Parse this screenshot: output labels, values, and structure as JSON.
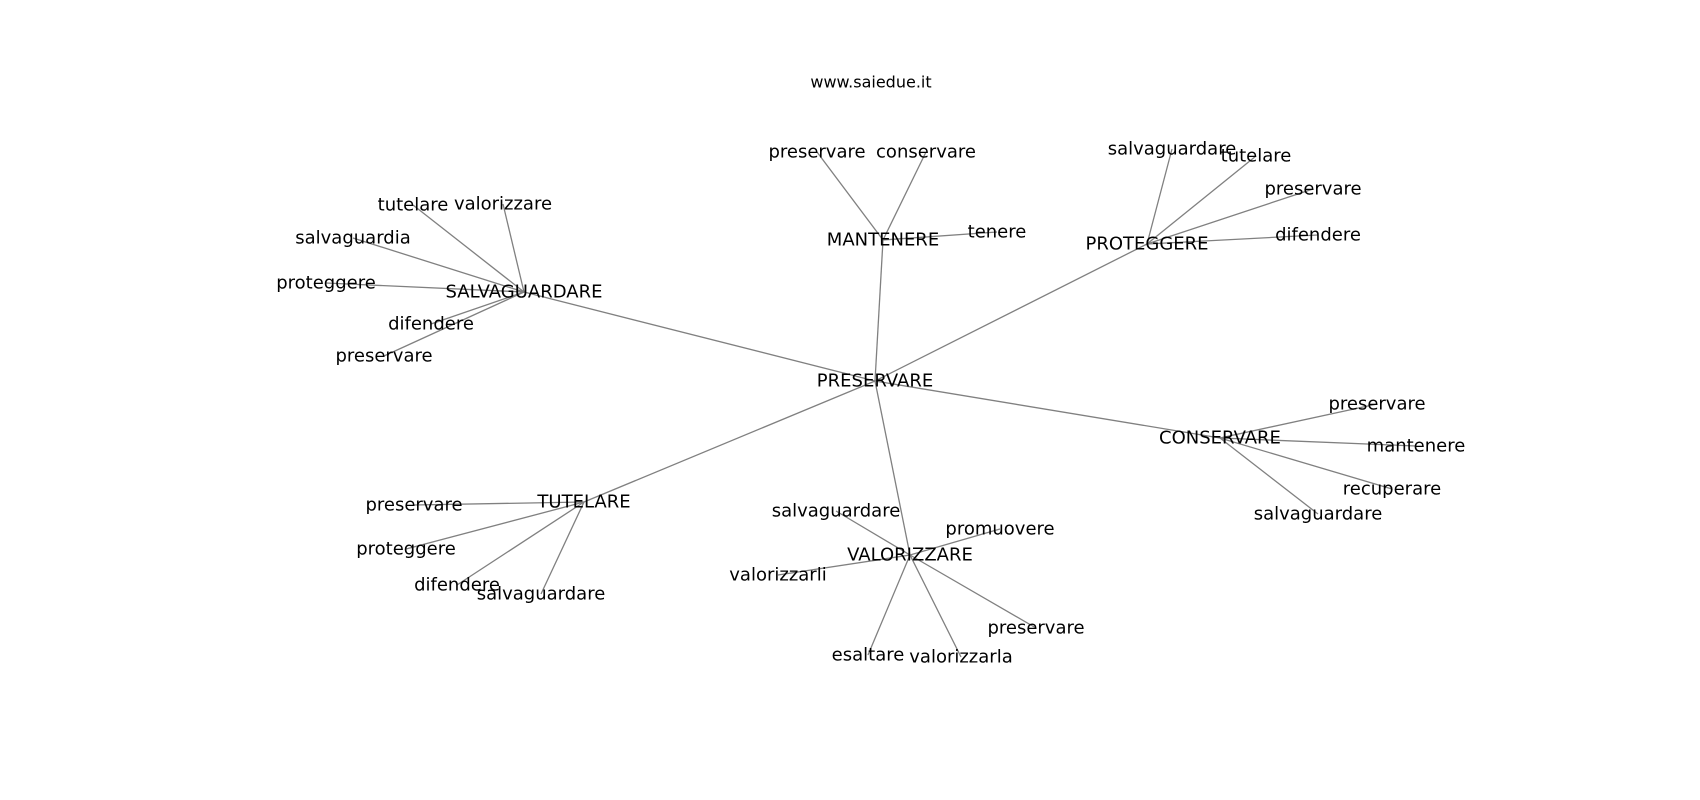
{
  "site": "www.saiedue.it",
  "graph": {
    "root": "PRESERVARE",
    "groups": [
      {
        "hub": "SALVAGUARDARE",
        "leaves": [
          "tutelare",
          "valorizzare",
          "salvaguardia",
          "proteggere",
          "difendere",
          "preservare"
        ]
      },
      {
        "hub": "MANTENERE",
        "leaves": [
          "preservare",
          "conservare",
          "tenere"
        ]
      },
      {
        "hub": "PROTEGGERE",
        "leaves": [
          "salvaguardare",
          "tutelare",
          "preservare",
          "difendere"
        ]
      },
      {
        "hub": "CONSERVARE",
        "leaves": [
          "preservare",
          "mantenere",
          "recuperare",
          "salvaguardare"
        ]
      },
      {
        "hub": "VALORIZZARE",
        "leaves": [
          "salvaguardare",
          "promuovere",
          "valorizzarli",
          "preservare",
          "esaltare",
          "valorizzarla"
        ]
      },
      {
        "hub": "TUTELARE",
        "leaves": [
          "preservare",
          "proteggere",
          "difendere",
          "salvaguardare"
        ]
      }
    ]
  }
}
